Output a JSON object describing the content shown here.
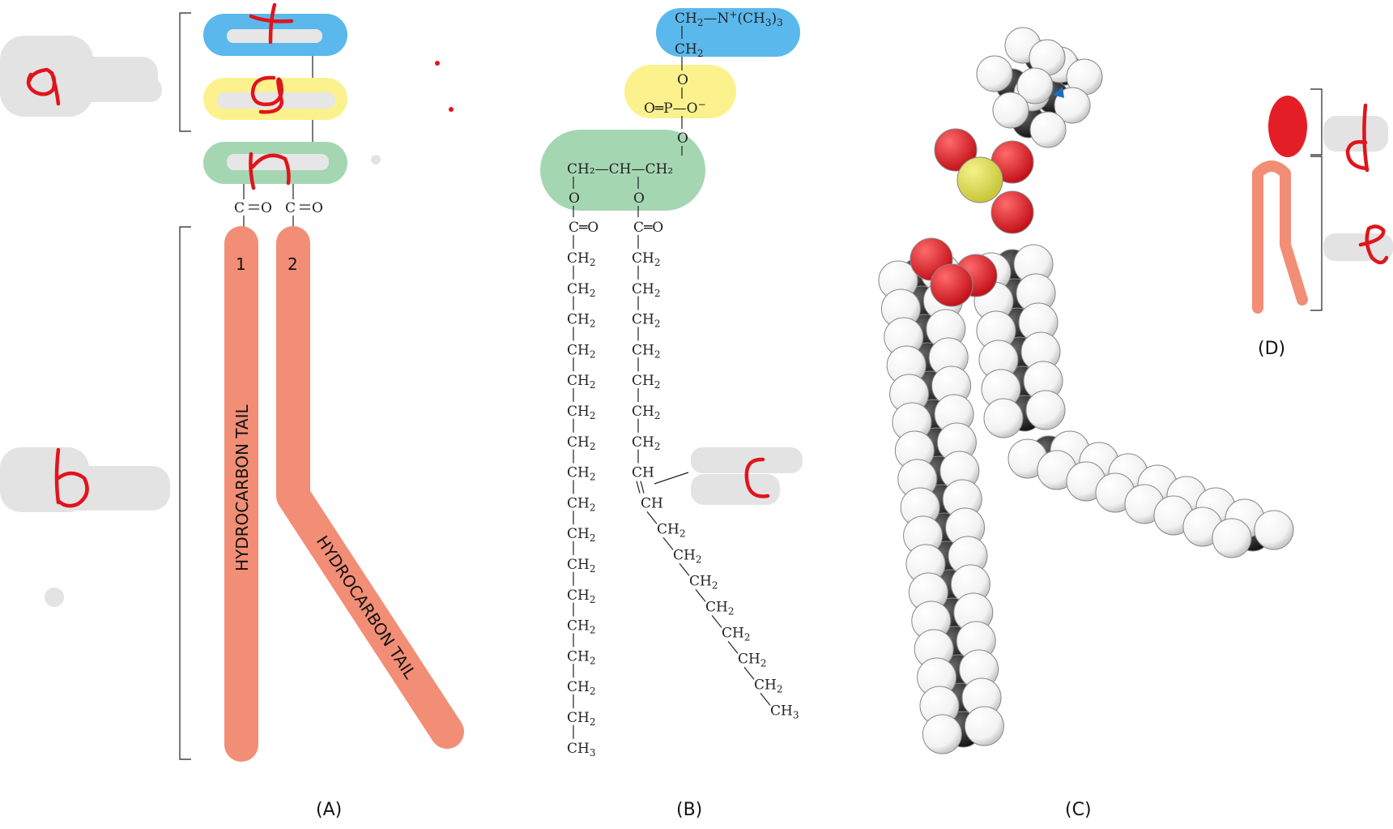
{
  "panels": {
    "a": {
      "label": "(A)",
      "carbonyl_1": "C",
      "carbonyl_1_o": "O",
      "carbonyl_2": "C",
      "carbonyl_2_o": "O",
      "tail1_number": "1",
      "tail2_number": "2",
      "tail1_text": "HYDROCARBON TAIL",
      "tail2_text": "HYDROCARBON TAIL"
    },
    "b": {
      "label": "(B)",
      "choline_top": "CH",
      "choline_top_sub": "2",
      "choline_n": "—N",
      "choline_n_sup": "+",
      "choline_me": "(CH",
      "choline_me_sub": "3",
      "choline_me_close": ")",
      "choline_me_count": "3",
      "choline_ch2": "CH",
      "choline_ch2_sub": "2",
      "phosphate_o_top": "O",
      "phosphate_row": "O═P—O",
      "phosphate_row_sup": "−",
      "phosphate_o_bottom": "O",
      "glycerol_row": "CH₂—CH—CH₂",
      "ester_o_1": "O",
      "ester_o_2": "O",
      "carbonyl_1": "C═O",
      "carbonyl_2": "C═O",
      "ch2": "CH",
      "ch2_sub": "2",
      "ch3": "CH",
      "ch3_sub": "3",
      "ch_double_top": "CH",
      "ch_double_bottom": "CH"
    },
    "c": {
      "label": "(C)"
    },
    "d": {
      "label": "(D)"
    }
  },
  "handwritten_labels": {
    "a": "a",
    "b": "b",
    "c": "c",
    "d": "d",
    "e": "e",
    "f": "f",
    "g": "g",
    "h": "h"
  },
  "colors": {
    "choline": "#5bb8ec",
    "phosphate": "#fbf28d",
    "glycerol": "#a5d6b2",
    "tail": "#f28e76",
    "head_d": "#e41e26",
    "ink_red": "#e0141c",
    "redact_gray": "#e3e3e3"
  }
}
